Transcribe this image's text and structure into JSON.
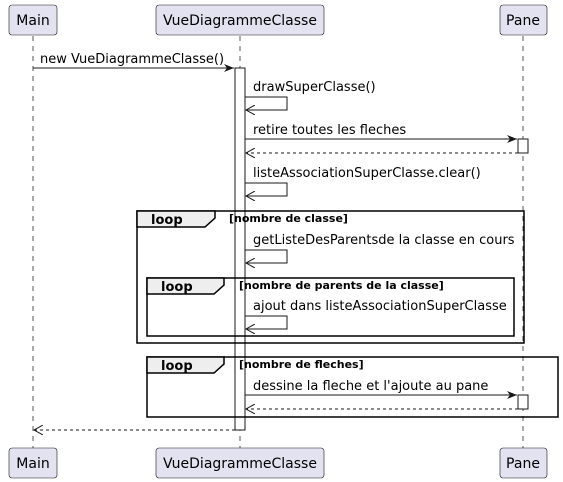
{
  "colors": {
    "participant_fill": "#E2E2F0",
    "participant_stroke": "#181818",
    "activation_fill": "#FFFFFF",
    "loop_tab_fill": "#EEEEEE",
    "line": "#181818",
    "lifeline": "#555555"
  },
  "participants": {
    "main": "Main",
    "vue": "VueDiagrammeClasse",
    "pane": "Pane"
  },
  "messages": {
    "m1": "new VueDiagrammeClasse()",
    "m2": "drawSuperClasse()",
    "m3": "retire toutes les fleches",
    "m4": "listeAssociationSuperClasse.clear()",
    "m5": "getListeDesParentsde la classe en cours",
    "m6": "ajout dans listeAssociationSuperClasse",
    "m7": "dessine la fleche et l'ajoute au pane"
  },
  "loops": {
    "l1": {
      "keyword": "loop",
      "condition": "[nombre de classe]"
    },
    "l2": {
      "keyword": "loop",
      "condition": "[nombre de parents de la classe]"
    },
    "l3": {
      "keyword": "loop",
      "condition": "[nombre de fleches]"
    }
  }
}
